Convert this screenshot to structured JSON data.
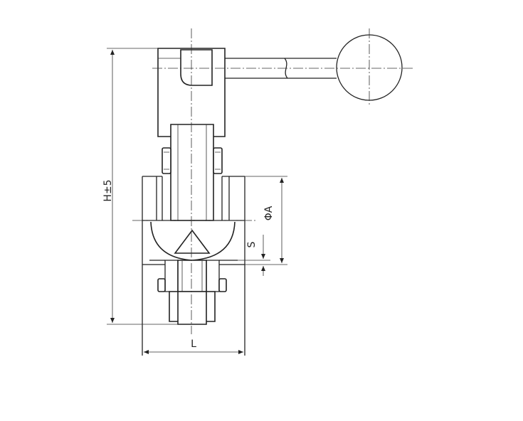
{
  "dimensions": {
    "height_label": "H±5",
    "diameter_label": "ΦA",
    "seat_label": "S",
    "length_label": "L"
  },
  "colors": {
    "line": "#222222",
    "background": "#ffffff"
  }
}
